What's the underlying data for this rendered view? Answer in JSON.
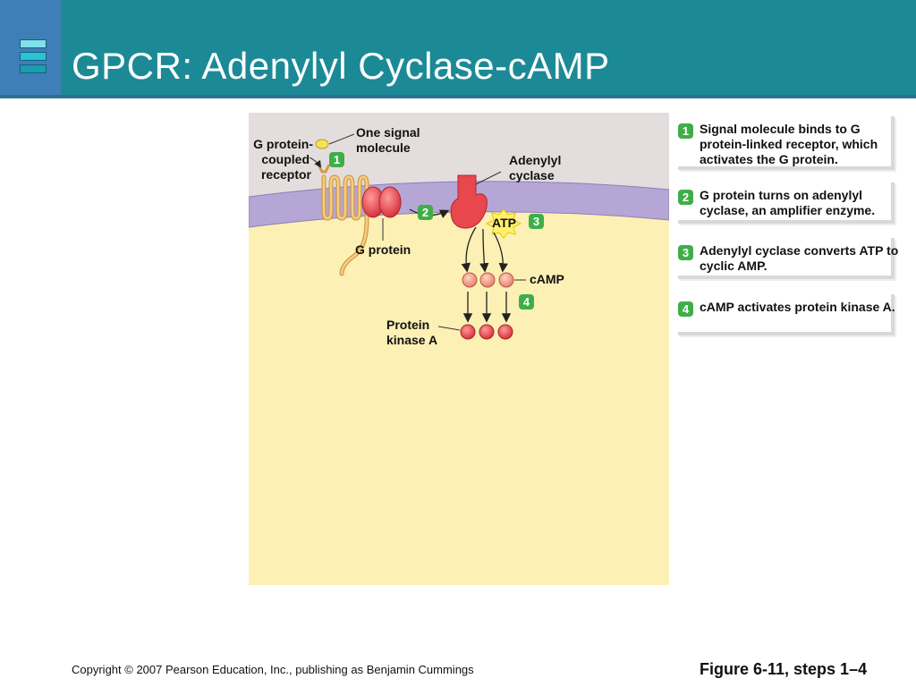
{
  "slide": {
    "title": "GPCR:  Adenylyl Cyclase-cAMP",
    "footer_left": "Copyright © 2007 Pearson Education, Inc., publishing as Benjamin Cummings",
    "footer_right": "Figure 6-11, steps 1–4"
  },
  "diagram": {
    "labels": {
      "receptor": [
        "G protein-",
        "coupled",
        "receptor"
      ],
      "signal": [
        "One signal",
        "molecule"
      ],
      "cyclase": [
        "Adenylyl",
        "cyclase"
      ],
      "g_protein": "G protein",
      "atp": "ATP",
      "camp": "cAMP",
      "pka": [
        "Protein",
        "kinase A"
      ]
    },
    "badges": [
      "1",
      "2",
      "3",
      "4"
    ]
  },
  "steps": [
    {
      "number": "1",
      "text": "Signal molecule binds to G protein-linked receptor, which activates the G protein."
    },
    {
      "number": "2",
      "text": "G protein turns on adenylyl cyclase, an amplifier enzyme."
    },
    {
      "number": "3",
      "text": "Adenylyl cyclase converts ATP to cyclic AMP."
    },
    {
      "number": "4",
      "text": "cAMP activates protein kinase A."
    }
  ],
  "colors": {
    "header": "#1b8a96",
    "cytoplasm": "#fdf0b4",
    "extracellular": "#e3dedd",
    "membrane": "#b6a6d6",
    "protein_red": "#e8474d",
    "camp_pink": "#f2a08c",
    "step_badge_green": "#3fae49",
    "signal_yellow": "#f4e25a",
    "receptor_tan": "#e6b466"
  }
}
